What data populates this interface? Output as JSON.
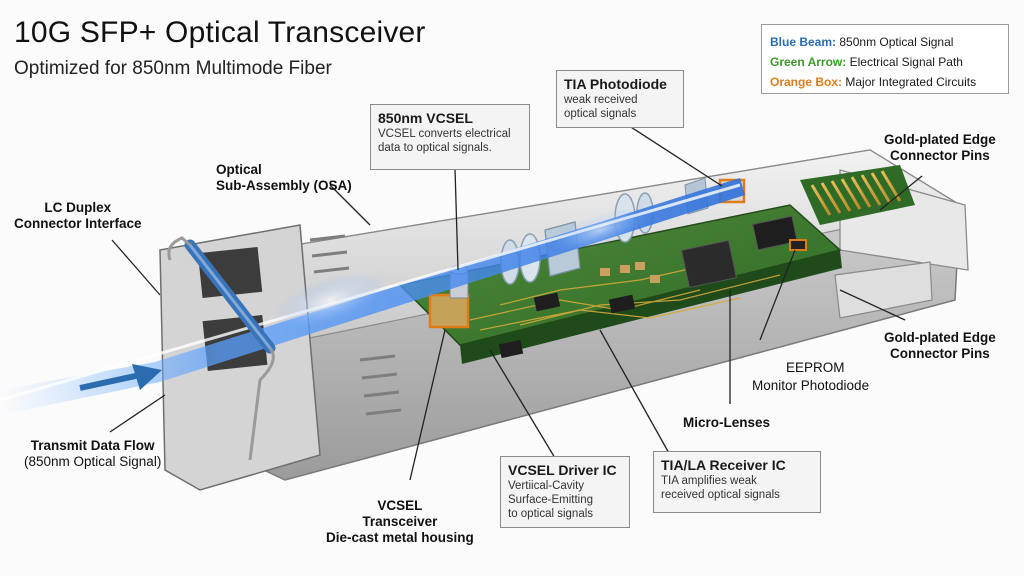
{
  "title": "10G SFP+ Optical Transceiver",
  "subtitle": "Optimized for 850nm Multimode Fiber",
  "legend": {
    "blue_key": "Blue Beam:",
    "blue_text": "850nm Optical Signal",
    "green_key": "Green Arrow:",
    "green_text": "Electrical Signal Path",
    "orange_key": "Orange Box:",
    "orange_text": "Major Integrated Circuits",
    "colors": {
      "blue": "#2b6cb0",
      "green": "#3a9a2a",
      "orange": "#e07b1a"
    }
  },
  "callouts": {
    "vcsel_box": {
      "heading": "850nm VCSEL",
      "desc_line1": "VCSEL converts electrical",
      "desc_line2": "data to optical signals."
    },
    "tia_box": {
      "heading": "TIA Photodiode",
      "desc_line1": "weak received",
      "desc_line2": "optical signals"
    },
    "vcsel_driver_box": {
      "heading": "VCSEL Driver IC",
      "desc_line1": "Vertiical-Cavity",
      "desc_line2": "Surface-Emitting",
      "desc_line3": "to optical signals"
    },
    "tia_la_box": {
      "heading": "TIA/LA Receiver IC",
      "desc_line1": "TIA amplifies weak",
      "desc_line2": "received optical signals"
    }
  },
  "labels": {
    "osa_line1": "Optical",
    "osa_line2": "Sub-Assembly (OSA)",
    "lc_line1": "LC Duplex",
    "lc_line2": "Connector Interface",
    "gold_top_line1": "Gold-plated Edge",
    "gold_top_line2": "Connector Pins",
    "gold_bottom_line1": "Gold-plated Edge",
    "gold_bottom_line2": "Connector Pins",
    "eeprom": "EEPROM",
    "monitor_pd": "Monitor Photodiode",
    "micro_lenses": "Micro-Lenses",
    "transmit_line1": "Transmit Data Flow",
    "transmit_line2": "(850nm Optical Signal)",
    "vcsel_line1": "VCSEL",
    "vcsel_line2": "Transceiver",
    "vcsel_line3": "Die-cast metal housing"
  }
}
